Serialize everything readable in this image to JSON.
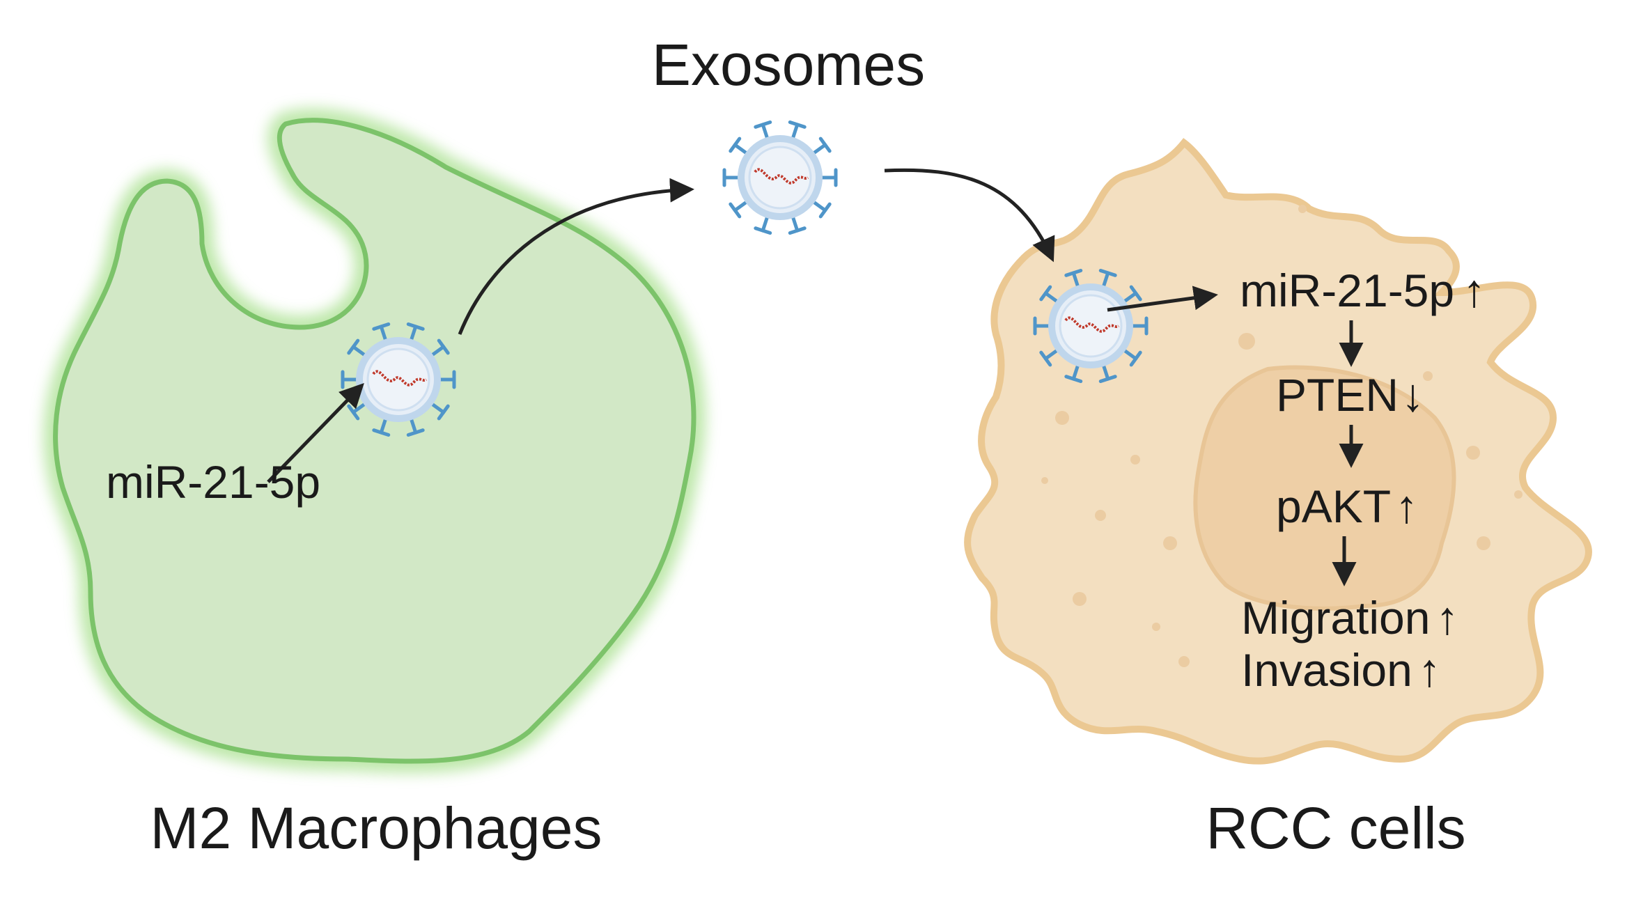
{
  "title": "Exosomes",
  "left_cell": {
    "label": "M2 Macrophages",
    "mirna_label": "miR-21-5p",
    "fill": "#d2e8c6",
    "stroke": "#7cc36a"
  },
  "right_cell": {
    "label": "RCC cells",
    "fill": "#f3dfc0",
    "stroke": "#ebc892",
    "nucleus_fill": "#eecfa6"
  },
  "pathway": [
    {
      "text": "miR-21-5p",
      "arrow": "↑"
    },
    {
      "text": "PTEN",
      "arrow": "↓"
    },
    {
      "text": "pAKT",
      "arrow": "↑"
    },
    {
      "text": "Migration",
      "arrow": "↑"
    },
    {
      "text": "Invasion",
      "arrow": "↑"
    }
  ],
  "colors": {
    "exosome_spike": "#4f95c9",
    "exosome_membrane": "#bfd6ec",
    "rna": "#c0392b",
    "arrow": "#222222"
  }
}
